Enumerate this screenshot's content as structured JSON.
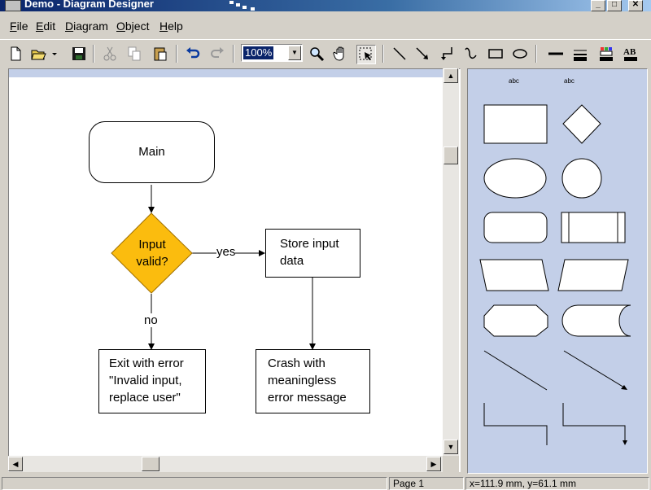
{
  "window": {
    "title": "Demo - Diagram Designer",
    "minimize": "_",
    "maximize": "□",
    "close": "✕"
  },
  "menu": [
    {
      "label": "File",
      "accel": "F",
      "rest": "ile"
    },
    {
      "label": "Edit",
      "accel": "E",
      "rest": "dit"
    },
    {
      "label": "Diagram",
      "accel": "D",
      "rest": "iagram"
    },
    {
      "label": "Object",
      "accel": "O",
      "rest": "bject"
    },
    {
      "label": "Help",
      "accel": "H",
      "rest": "elp"
    }
  ],
  "toolbar": {
    "zoom_value": "100%",
    "buttons": [
      "new-document",
      "open-folder",
      "save-disk",
      "cut-scissors",
      "copy",
      "paste",
      "undo",
      "redo",
      "zoom-magnifier",
      "pan-hand",
      "select-pointer",
      "line",
      "arrow-line",
      "connector-bent",
      "connector-curved",
      "rectangle",
      "ellipse",
      "line-weight",
      "line-style",
      "fill-color",
      "font-style"
    ],
    "font_style_label": "AB"
  },
  "diagram": {
    "nodes": {
      "main": "Main",
      "decision_line1": "Input",
      "decision_line2": "valid?",
      "store_line1": "Store input",
      "store_line2": "data",
      "exit_line1": "Exit with error",
      "exit_line2": "\"Invalid input,",
      "exit_line3": "replace user\"",
      "crash_line1": "Crash with",
      "crash_line2": "meaningless",
      "crash_line3": "error message"
    },
    "edge_labels": {
      "yes": "yes",
      "no": "no"
    },
    "decision_fill": "#fbbc0e"
  },
  "palette": {
    "text_tool_1": "abc",
    "text_tool_2": "abc",
    "shapes": [
      "rectangle",
      "diamond",
      "ellipse",
      "circle",
      "rounded-rectangle",
      "predefined-process",
      "parallelogram-left",
      "parallelogram-right",
      "terminator",
      "stored-data",
      "line",
      "arrow-line",
      "elbow-line",
      "elbow-arrow-line"
    ]
  },
  "status": {
    "page": "Page 1",
    "coords": "x=111.9 mm, y=61.1 mm"
  },
  "colors": {
    "palette_bg": "#c3cfe8",
    "title_start": "#0a246a"
  }
}
